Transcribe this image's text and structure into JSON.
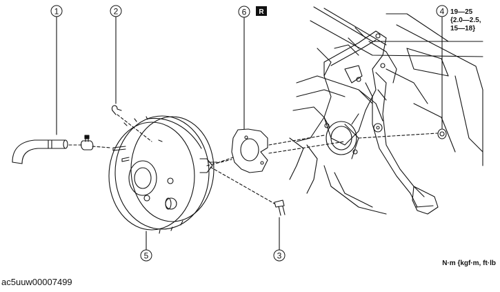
{
  "diagram": {
    "callouts": {
      "c1": "1",
      "c2": "2",
      "c3": "3",
      "c4": "4",
      "c5": "5",
      "c6": "6"
    },
    "badge": "R",
    "torque": {
      "line1": "19—25",
      "line2": "{2.0—2.5,",
      "line3": "15—18}"
    },
    "unit_note": "N·m {kgf·m, ft·lb",
    "figure_id": "ac5uuw00007499"
  }
}
